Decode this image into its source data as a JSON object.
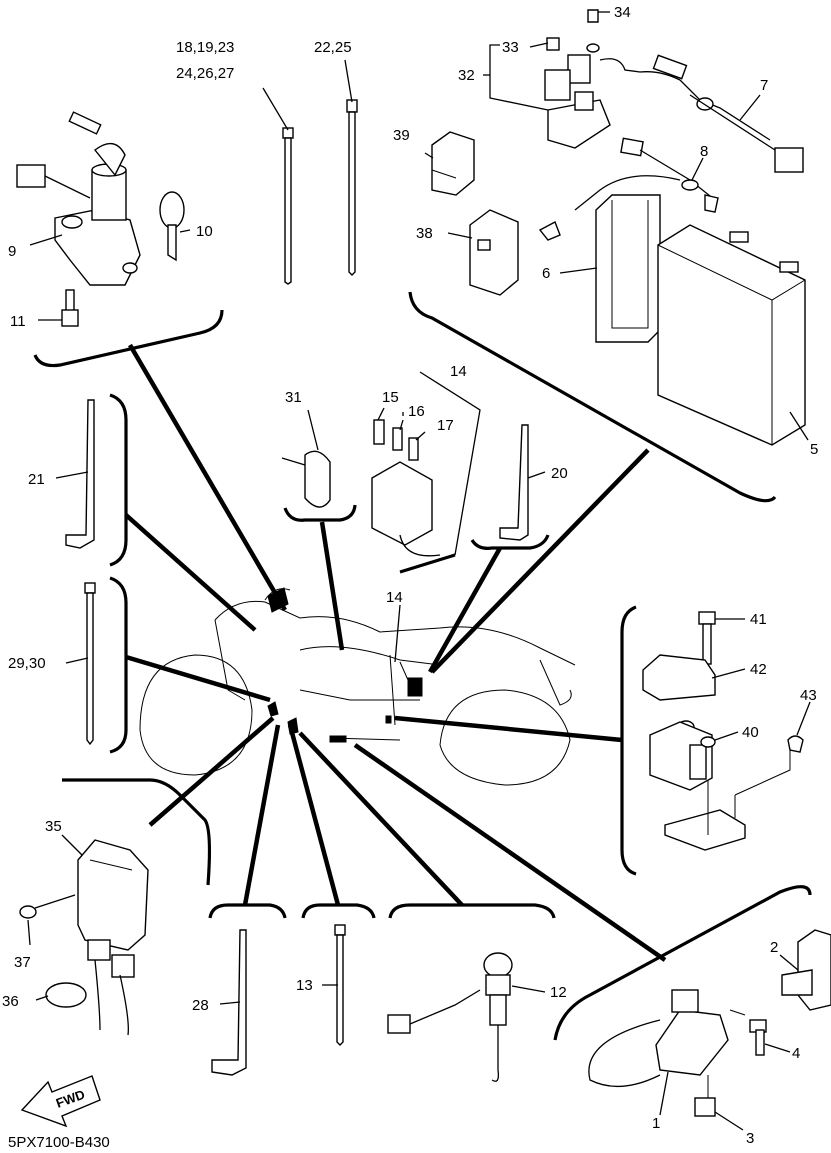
{
  "diagram": {
    "labels": {
      "c1": "1",
      "c2": "2",
      "c3": "3",
      "c4": "4",
      "c5": "5",
      "c6": "6",
      "c7": "7",
      "c8": "8",
      "c9": "9",
      "c10": "10",
      "c11": "11",
      "c12": "12",
      "c13": "13",
      "c14a": "14",
      "c14b": "14",
      "c15": "15",
      "c16": "16",
      "c17": "17",
      "c18": "18,19,23",
      "c20": "20",
      "c21": "21",
      "c22": "22,25",
      "c24": "24,26,27",
      "c28": "28",
      "c29": "29,30",
      "c31": "31",
      "c32": "32",
      "c33": "33",
      "c34": "34",
      "c35": "35",
      "c36": "36",
      "c37": "37",
      "c38": "38",
      "c39": "39",
      "c40": "40",
      "c41": "41",
      "c42": "42",
      "c43": "43"
    },
    "fwd": "FWD",
    "footer_code": "5PX7100-B430"
  }
}
